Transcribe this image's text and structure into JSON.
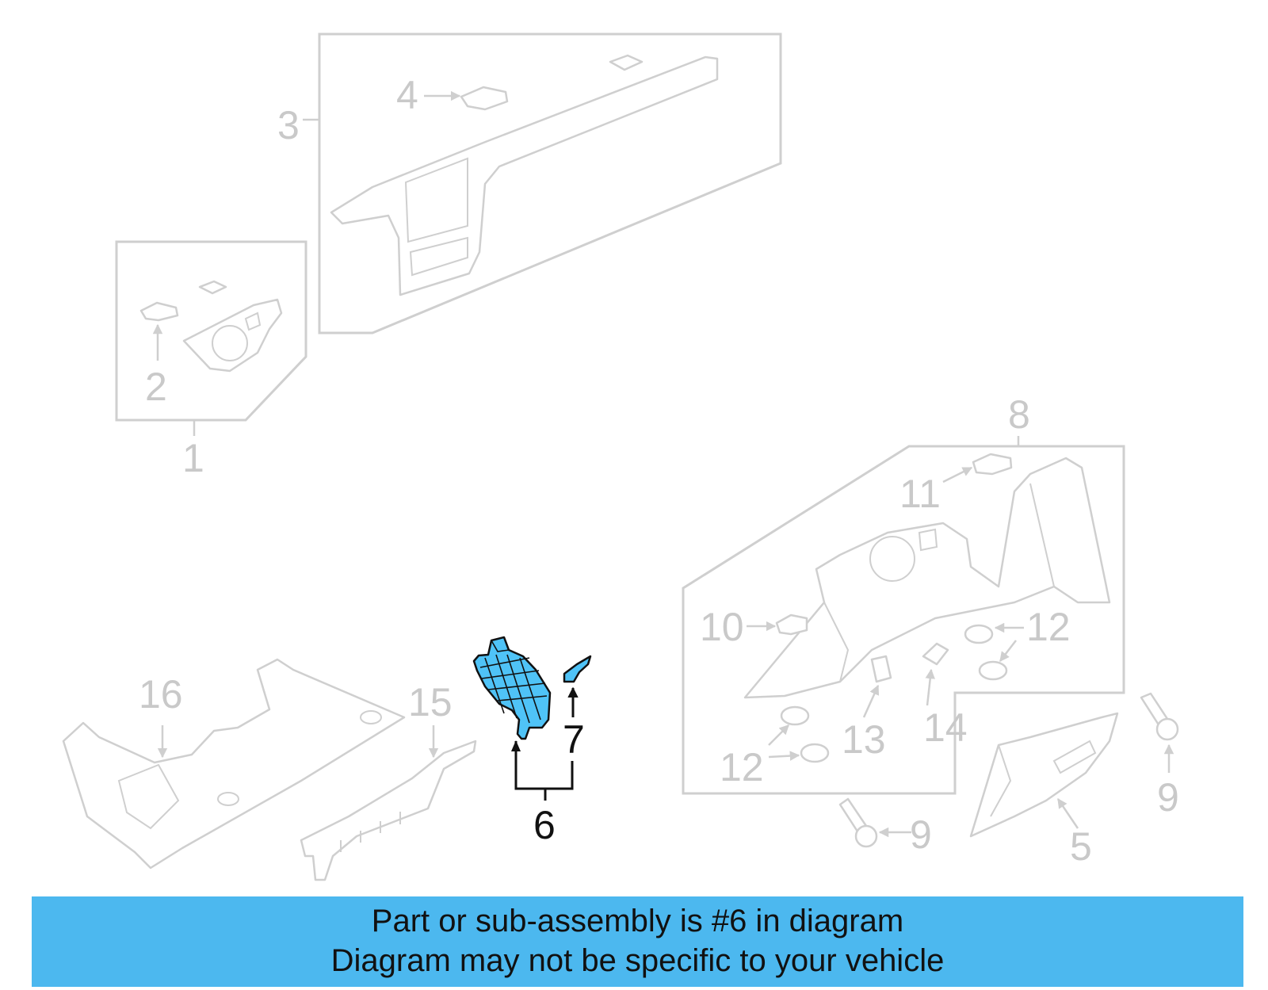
{
  "diagram": {
    "callouts": {
      "c1": "1",
      "c2": "2",
      "c3": "3",
      "c4": "4",
      "c5": "5",
      "c6": "6",
      "c7": "7",
      "c8": "8",
      "c9a": "9",
      "c9b": "9",
      "c10": "10",
      "c11": "11",
      "c12a": "12",
      "c12b": "12",
      "c13": "13",
      "c14": "14",
      "c15": "15",
      "c16": "16"
    },
    "highlighted_part": "6",
    "highlight_color": "#4fc3f7",
    "banner_color": "#4cb8ef"
  },
  "banner": {
    "line1": "Part or sub-assembly is #6 in diagram",
    "line2": "Diagram may not be specific to your vehicle"
  }
}
